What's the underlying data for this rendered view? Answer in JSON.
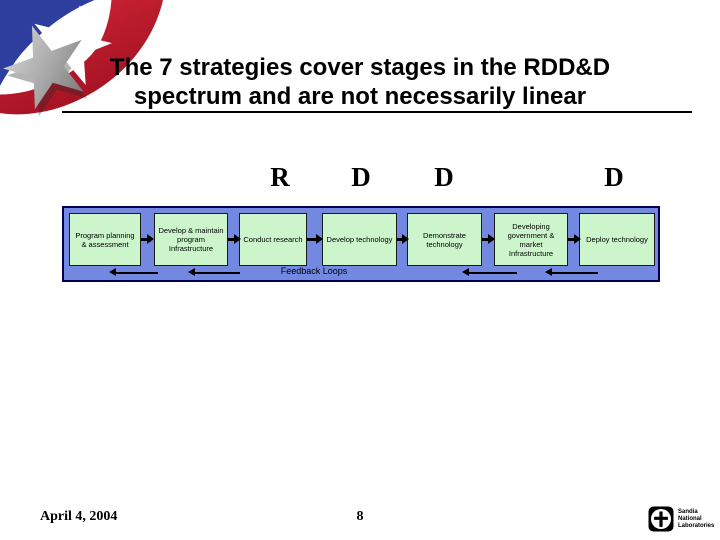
{
  "slide": {
    "title": {
      "line1": "The 7 strategies cover stages in the RDD&D",
      "line2": "spectrum and are not necessarily linear"
    },
    "footer": {
      "date": "April 4, 2004",
      "page_number": "8"
    },
    "logo": {
      "line1": "Sandia",
      "line2": "National",
      "line3": "Laboratories"
    }
  },
  "diagram": {
    "phase_letters": [
      "R",
      "D",
      "D",
      "D"
    ],
    "stages": [
      {
        "label": "Program planning & assessment"
      },
      {
        "label": "Develop & maintain program Infrastructure"
      },
      {
        "label": "Conduct research"
      },
      {
        "label": "Develop technology"
      },
      {
        "label": "Demonstrate technology"
      },
      {
        "label": "Developing government & market Infrastructure"
      },
      {
        "label": "Deploy technology"
      }
    ],
    "feedback_label": "Feedback Loops",
    "colors": {
      "container_blue": "#7388E0",
      "stage_green": "#CCF5CC",
      "arrow_black": "#000000"
    }
  }
}
